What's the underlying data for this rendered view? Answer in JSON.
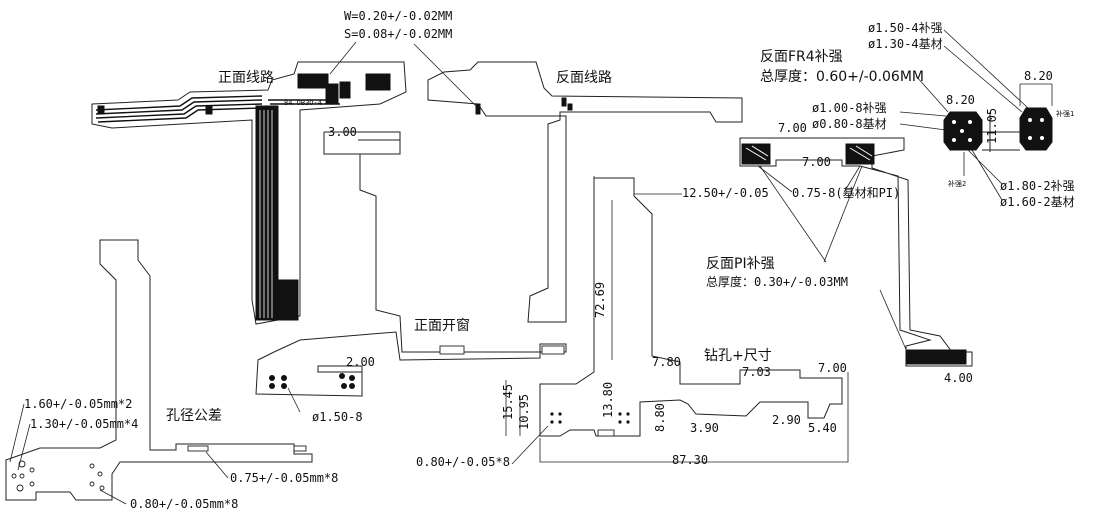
{
  "labels": {
    "line_width_spacing": "W=0.20+/-0.02MM",
    "line_spacing": "S=0.08+/-0.02MM",
    "front_circuit": "正面线路",
    "back_circuit": "反面线路",
    "back_fr4_stiffener": "反面FR4补强",
    "fr4_total_thickness": "总厚度：0.60+/-0.06MM",
    "stiffener_hole_1": "ø1.50-4补强",
    "stiffener_hole_1_base": "ø1.30-4基材",
    "stiffener_hole_2": "ø1.00-8补强",
    "stiffener_hole_2_base": "ø0.80-8基材",
    "stiffener_hole_3": "ø1.80-2补强",
    "stiffener_hole_3_base": "ø1.60-2基材",
    "stiffener_tag_1": "补强1",
    "stiffener_tag_2": "补强2",
    "chip_code": "84 ОВЗО-4",
    "slot_width": "0.75-8(基材和PI)",
    "back_pi_stiffener": "反面PI补强",
    "pi_total_thickness": "总厚度：0.30+/-0.03MM",
    "front_coverlay_window": "正面开窗",
    "drill_size": "钻孔+尺寸",
    "hole_tolerance": "孔径公差",
    "hole_tol_a": "1.60+/-0.05mm*2",
    "hole_tol_b": "1.30+/-0.05mm*4",
    "hole_tol_c": "0.75+/-0.05mm*8",
    "hole_tol_d": "0.80+/-0.05mm*8",
    "hole_tol_e": "0.80+/-0.05*8",
    "hole_dia_small": "ø1.50-8"
  },
  "dimensions": {
    "d_3_00": "3.00",
    "d_2_00": "2.00",
    "d_7_00_a": "7.00",
    "d_7_00_b": "7.00",
    "d_7_00_c": "7.00",
    "d_8_20_a": "8.20",
    "d_8_20_b": "8.20",
    "d_11_05": "11.05",
    "d_4_00": "4.00",
    "d_12_50": "12.50+/-0.05",
    "d_72_69": "72.69",
    "d_7_80": "7.80",
    "d_7_03": "7.03",
    "d_15_45": "15.45",
    "d_10_95": "10.95",
    "d_13_80": "13.80",
    "d_8_80": "8.80",
    "d_3_90": "3.90",
    "d_2_90": "2.90",
    "d_5_40": "5.40",
    "d_87_30": "87.30"
  }
}
